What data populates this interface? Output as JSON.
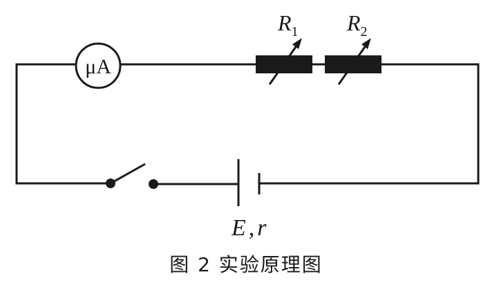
{
  "diagram": {
    "meter_label": "μA",
    "r1": {
      "letter": "R",
      "sub": "1"
    },
    "r2": {
      "letter": "R",
      "sub": "2"
    },
    "source": {
      "emf": "E",
      "sep": ",",
      "internal": "r"
    },
    "caption": "图 2  实验原理图"
  },
  "colors": {
    "ink": "#1a1a1a",
    "background": "#ffffff"
  }
}
